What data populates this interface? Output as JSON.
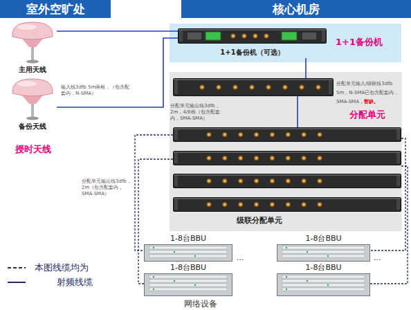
{
  "diagram": {
    "nodes": [
      {
        "text": [
          "室外空旷处"
        ]
      },
      {
        "text": [
          "核心机房"
        ]
      },
      {
        "text": [
          "主用天线"
        ]
      },
      {
        "text": [
          "备份天线"
        ]
      },
      {
        "text": [
          "1+1备份机"
        ]
      },
      {
        "text": [
          "1+1备份机（可选）"
        ],
        "in": 4
      },
      {
        "text": [
          "分配单元"
        ]
      },
      {
        "text": [
          "级联分配单元"
        ]
      },
      {
        "text": [
          "1-8台BBU"
        ]
      },
      {
        "text": [
          "1-8台BBU"
        ]
      },
      {
        "text": [
          "1-8台BBU"
        ]
      },
      {
        "text": [
          "1-8台BBU"
        ]
      }
    ],
    "edges": [
      {
        "from": 2,
        "to": 5,
        "arrow": "none"
      },
      {
        "from": 3,
        "to": 5,
        "arrow": "none"
      },
      {
        "from": 5,
        "to": 6,
        "arrow": "none"
      },
      {
        "from": 6,
        "to": 7,
        "arrow": "none"
      },
      {
        "from": 7,
        "to": 8,
        "arrow": "none"
      },
      {
        "from": 7,
        "to": 9,
        "arrow": "none"
      },
      {
        "from": 7,
        "to": 10,
        "arrow": "none"
      },
      {
        "from": 7,
        "to": 11,
        "arrow": "none"
      }
    ],
    "labels": [
      "授时天线",
      "输入线3dfb 5m两根，（包含配套内，N-SMA）",
      "分配单元输入/级联线3dfb 5m，N-SMA已包含配套内，SMA-SMA，",
      "暂缺。",
      "分配单元输出线3dfb，2m，4/8根（包含配套内，SMA-SMA）",
      "分配单元输出线3dfb，2m（包含配套内，SMA-SMA）",
      "...",
      "...",
      "网络设备"
    ],
    "legend": [
      {
        "text": "本图线缆均为"
      },
      {
        "text": "射频线缆"
      }
    ]
  }
}
